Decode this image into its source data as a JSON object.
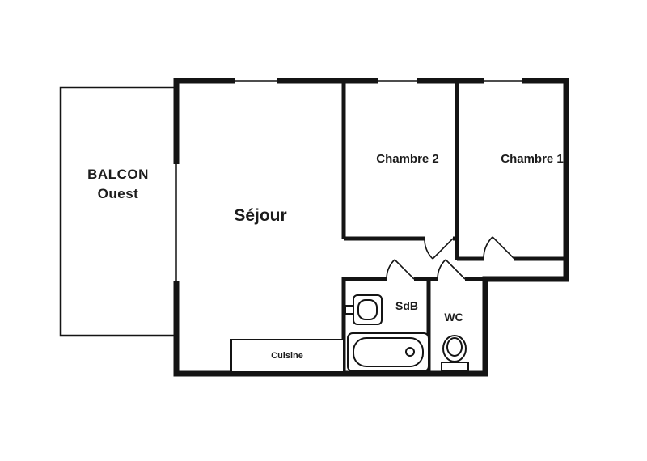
{
  "page": {
    "background": "#ffffff"
  },
  "floor_plan": {
    "type": "apartment-floor-plan",
    "wall_color": "#141414",
    "text_color": "#1c1c1c",
    "rooms": {
      "balcony": {
        "label_line1": "BALCON",
        "label_line2": "Ouest"
      },
      "living_room": {
        "label": "Séjour"
      },
      "bedroom_2": {
        "label": "Chambre 2"
      },
      "bedroom_1": {
        "label": "Chambre 1"
      },
      "bathroom": {
        "label": "SdB"
      },
      "wc": {
        "label": "WC"
      },
      "kitchen": {
        "label": "Cuisine"
      }
    }
  }
}
